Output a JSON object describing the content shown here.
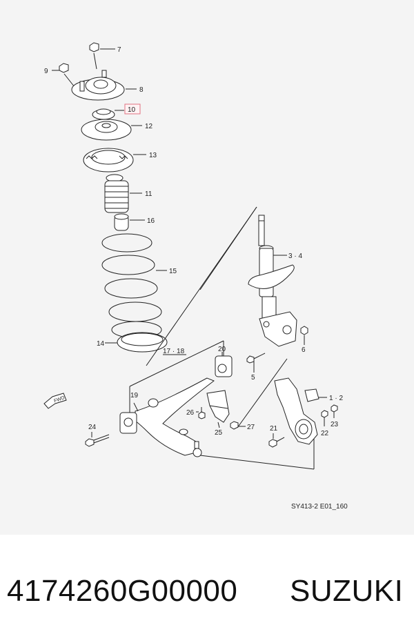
{
  "diagram": {
    "code": "SY413-2 E01_160",
    "fwd_label": "FWD",
    "callouts": {
      "c7": "7",
      "c9": "9",
      "c8": "8",
      "c10": "10",
      "c12": "12",
      "c13": "13",
      "c11": "11",
      "c16": "16",
      "c15": "15",
      "c14": "14",
      "c3_4": "3 · 4",
      "c6": "6",
      "c5": "5",
      "c17_18": "17 · 18",
      "c20": "20",
      "c19": "19",
      "c1_2": "1 · 2",
      "c26": "26",
      "c24": "24",
      "c25": "25",
      "c27": "27",
      "c21": "21",
      "c23": "23",
      "c22": "22"
    }
  },
  "caption": {
    "part_number": "4174260G00000",
    "brand": "SUZUKI"
  }
}
